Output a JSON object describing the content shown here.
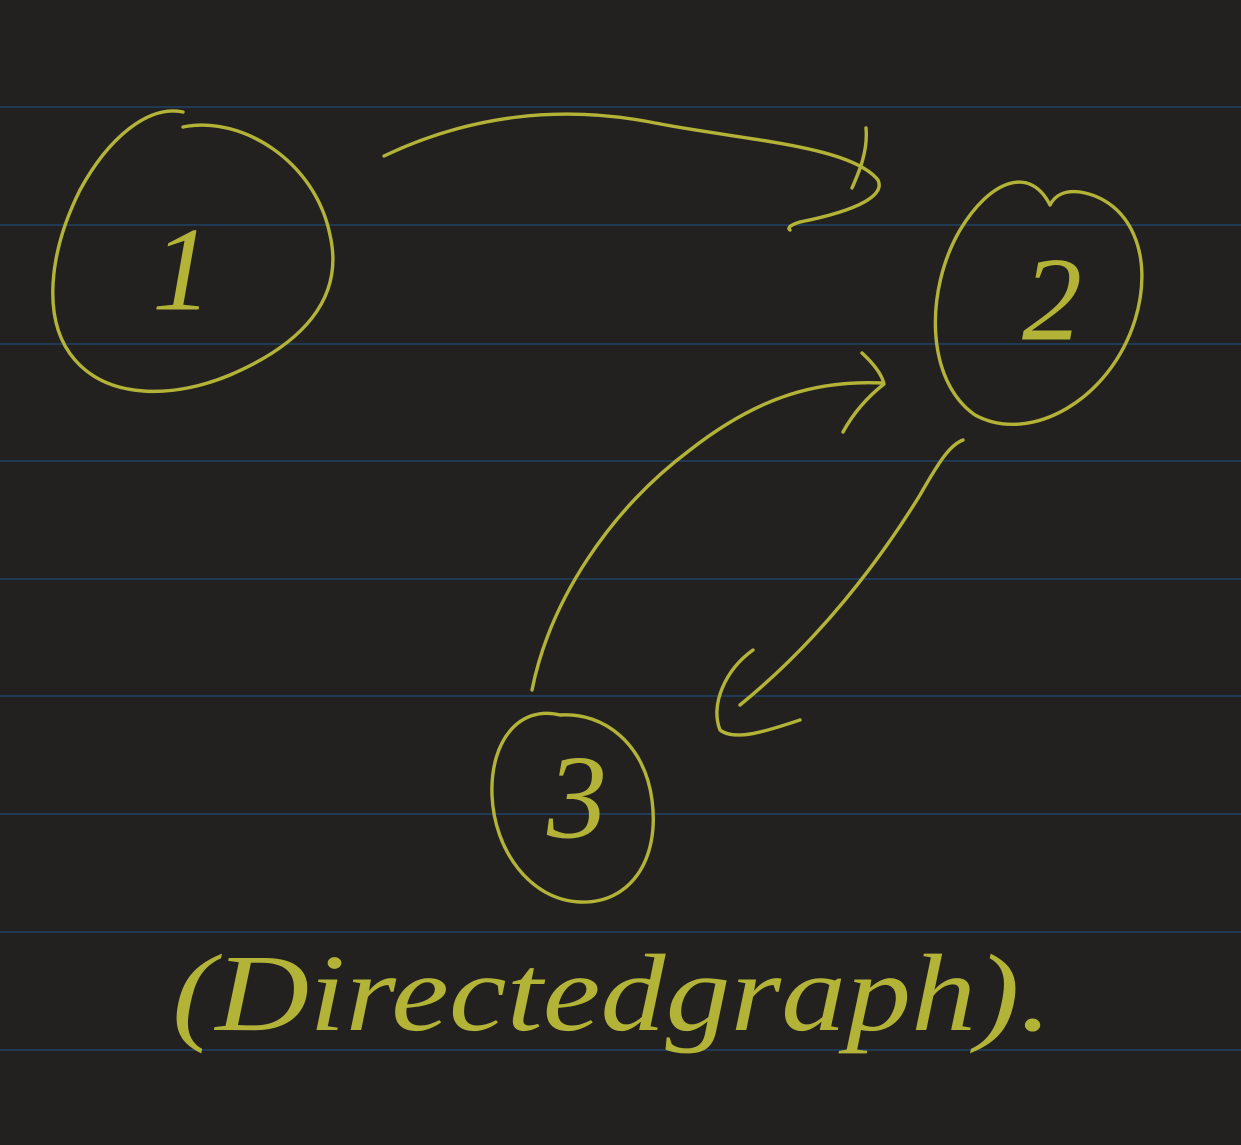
{
  "colors": {
    "background": "#222120",
    "rule_line": "#213a54",
    "ink": "#b3b338"
  },
  "nodes": [
    {
      "id": "1",
      "label": "1"
    },
    {
      "id": "2",
      "label": "2"
    },
    {
      "id": "3",
      "label": "3"
    }
  ],
  "edges": [
    {
      "from": "1",
      "to": "2"
    },
    {
      "from": "3",
      "to": "2"
    },
    {
      "from": "2",
      "to": "3"
    }
  ],
  "caption": {
    "open": "(",
    "word1": "Directed",
    "word2": "graph",
    "close": ").",
    "full": "(Directed graph)."
  }
}
